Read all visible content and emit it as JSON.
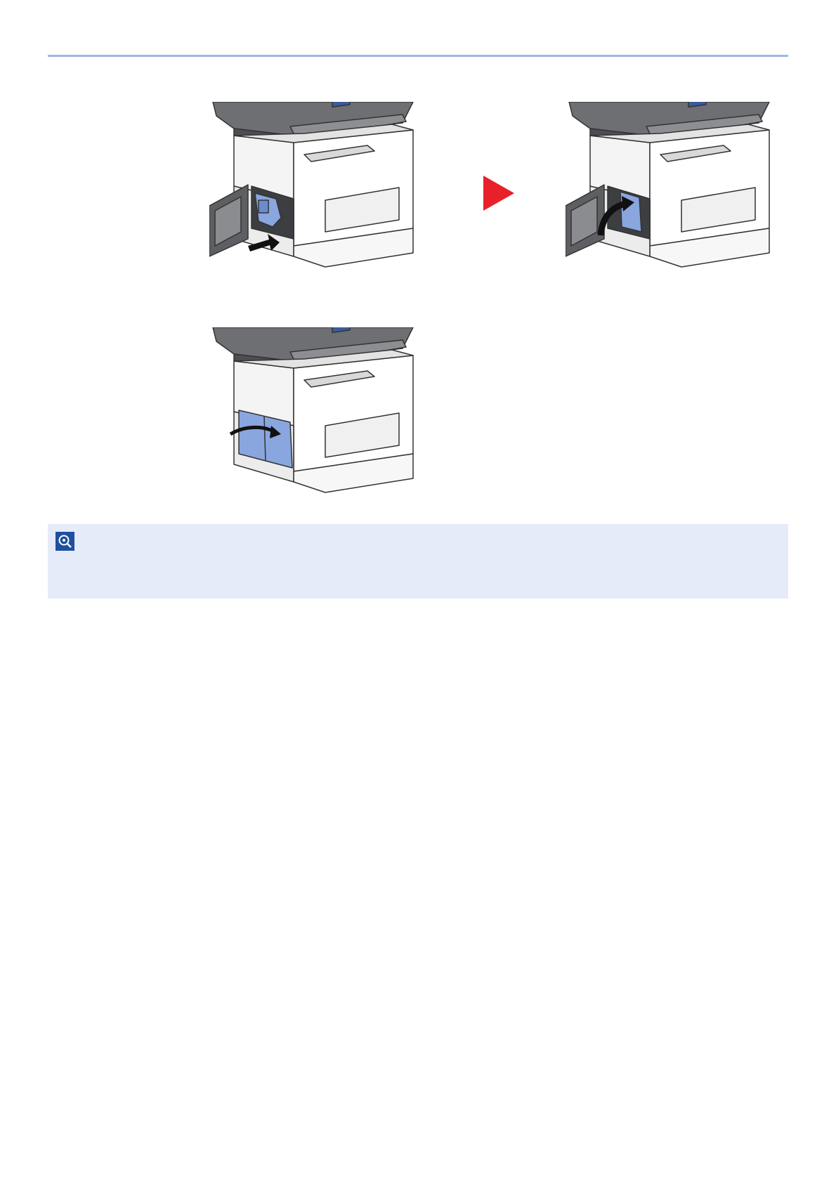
{
  "colors": {
    "accent_rule": "#9ab7e6",
    "arrow_red": "#e8202a",
    "part_blue": "#8aa6de",
    "note_bg": "#e6ebfa",
    "note_icon": "#1f4f9e"
  },
  "figures": [
    {
      "name": "insert-waste-toner-box",
      "icon": "push-arrow-icon"
    },
    {
      "name": "lift-and-seat-waste-toner-box",
      "icon": "curved-arrow-icon"
    },
    {
      "name": "close-left-cover",
      "icon": "close-arrow-icon"
    }
  ],
  "next_indicator": {
    "icon": "next-step-arrow-icon"
  },
  "note": {
    "icon": "note-icon",
    "text": ""
  }
}
